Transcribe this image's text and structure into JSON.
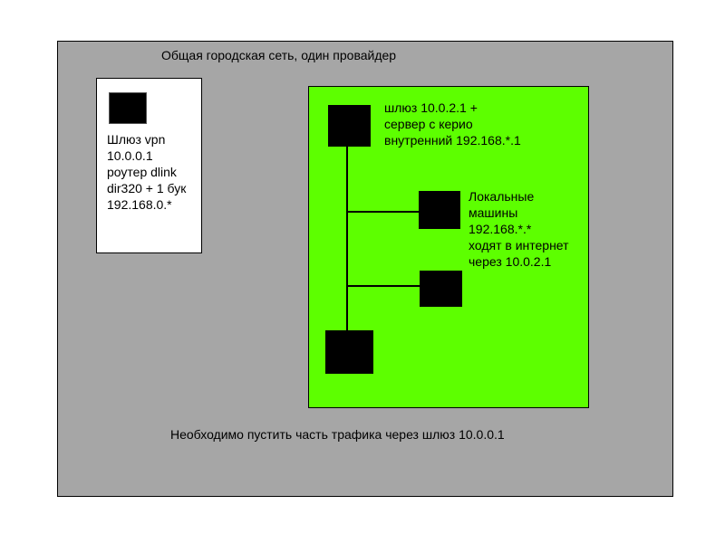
{
  "diagram": {
    "city_network": {
      "label": "Общая городская сеть, один провайдер",
      "color": "#a6a6a6"
    },
    "vpn_gateway": {
      "label": "Шлюз vpn\n10.0.0.1\nроутер dlink\ndir320 + 1 бук\n192.168.0.*",
      "color": "#ffffff"
    },
    "local_network": {
      "color": "#5dff00",
      "gateway_label": "шлюз 10.0.2.1  +\nсервер с керио\nвнутренний 192.168.*.1",
      "machines_label": "Локальные\nмашины\n192.168.*.*\nходят в интернет\nчерез 10.0.2.1"
    },
    "caption": "Необходимо пустить часть трафика через шлюз 10.0.0.1"
  }
}
